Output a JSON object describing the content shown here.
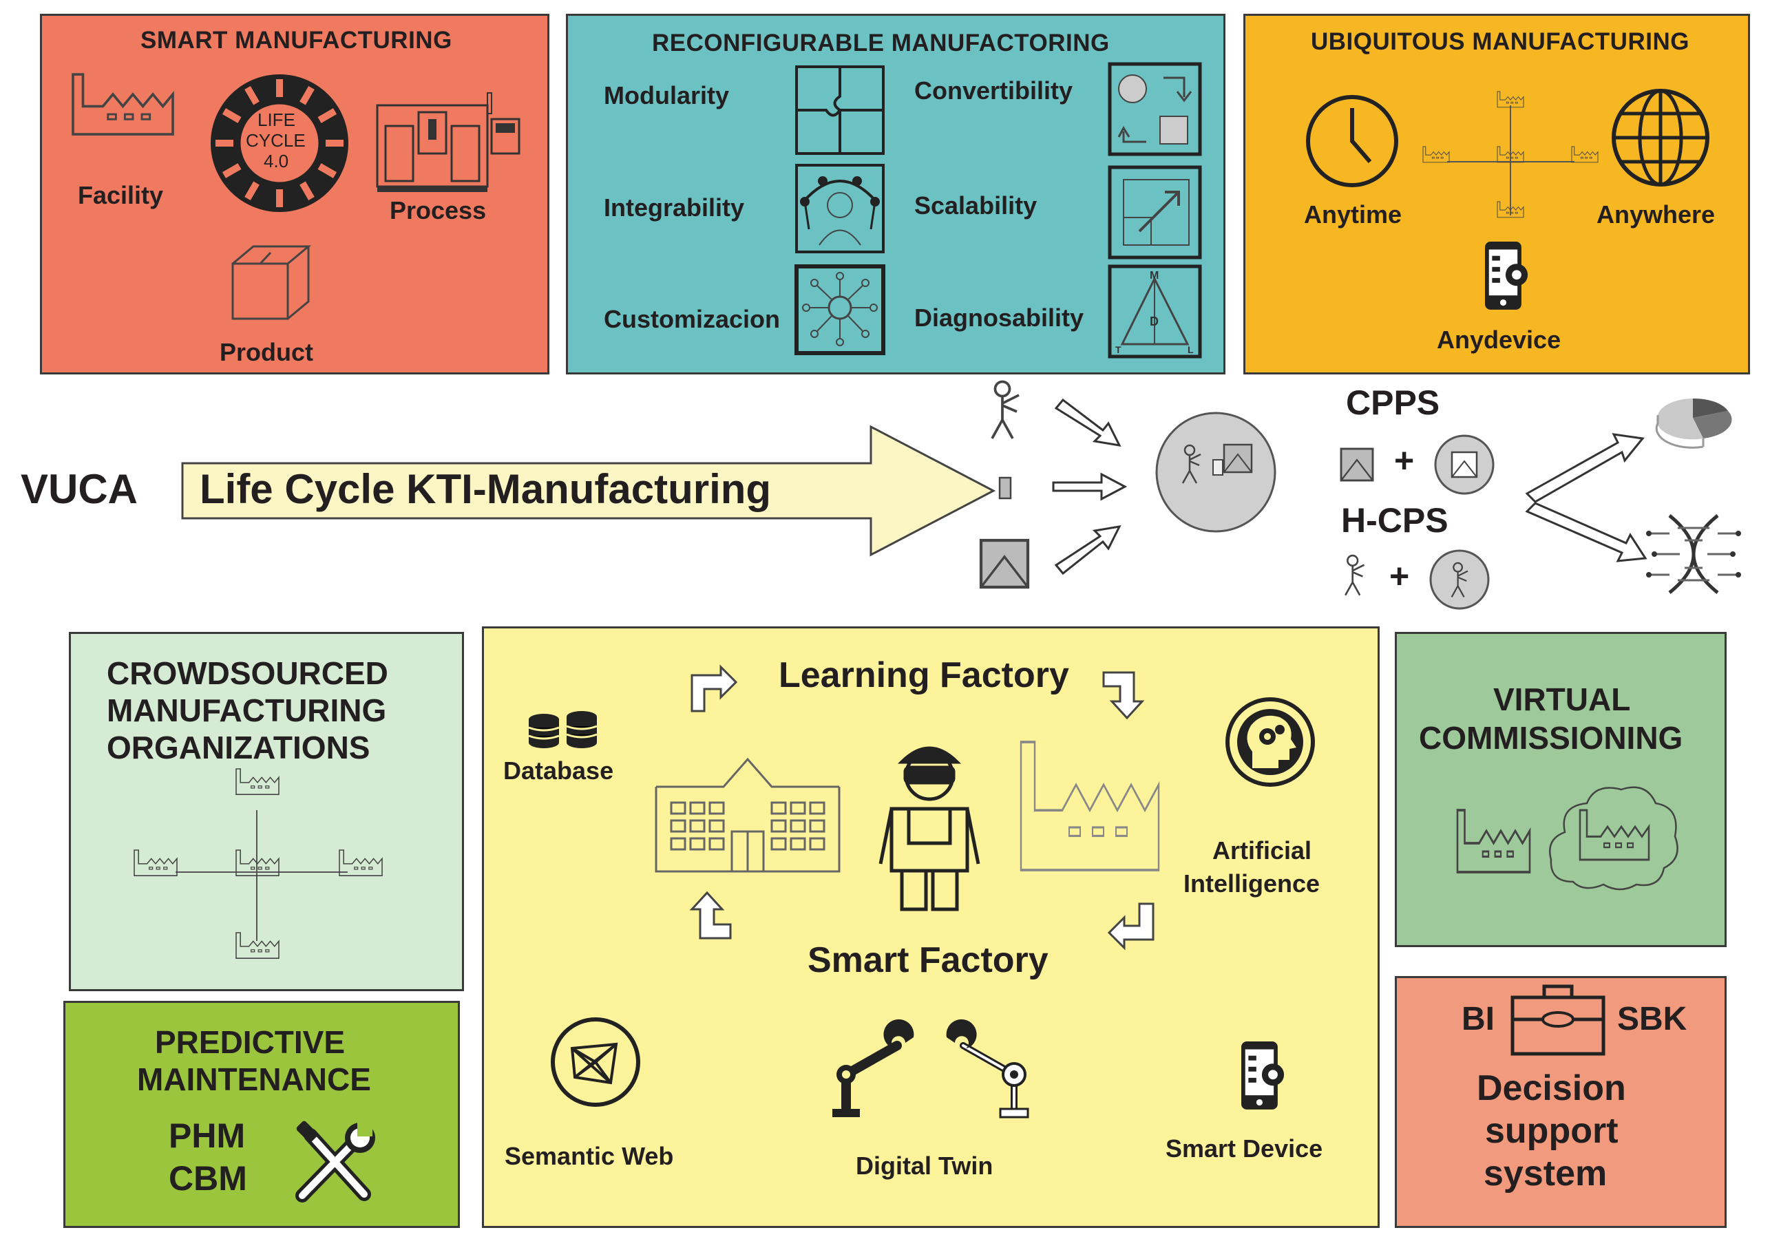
{
  "colors": {
    "smart": "#f07a60",
    "reconfig": "#6cc2c3",
    "ubiquitous": "#f7b722",
    "crowd": "#d5ebd3",
    "predictive": "#9bc53d",
    "learning": "#fdf39a",
    "virtual": "#9ec99a",
    "decision": "#f29a7e",
    "vuca_arrow": "#fbf6c4"
  },
  "smart": {
    "title": "SMART MANUFACTURING",
    "facility": "Facility",
    "process": "Process",
    "product": "Product",
    "gear_text": [
      "LIFE",
      "CYCLE",
      "4.0"
    ]
  },
  "reconfig": {
    "title": "RECONFIGURABLE MANUFACTORING",
    "modularity": "Modularity",
    "convertibility": "Convertibility",
    "integrability": "Integrability",
    "scalability": "Scalability",
    "customizacion": "Customizacion",
    "diagnosability": "Diagnosability"
  },
  "ubiquitous": {
    "title": "UBIQUITOUS MANUFACTURING",
    "anytime": "Anytime",
    "anywhere": "Anywhere",
    "anydevice": "Anydevice"
  },
  "vuca": {
    "label": "VUCA",
    "arrow_text": "Life Cycle KTI-Manufacturing"
  },
  "cps": {
    "cpps": "CPPS",
    "hcps": "H-CPS",
    "plus": "+"
  },
  "crowd": {
    "title": [
      "CROWDSOURCED",
      "MANUFACTURING",
      "ORGANIZATIONS"
    ]
  },
  "predictive": {
    "title": [
      "PREDICTIVE",
      "MAINTENANCE"
    ],
    "phm": "PHM",
    "cbm": "CBM"
  },
  "learning": {
    "learning_factory": "Learning Factory",
    "smart_factory": "Smart Factory",
    "database": "Database",
    "ai": [
      "Artificial",
      "Intelligence"
    ],
    "semantic_web": "Semantic Web",
    "digital_twin": "Digital Twin",
    "smart_device": "Smart Device"
  },
  "virtual": {
    "title": [
      "VIRTUAL",
      "COMMISSIONING"
    ]
  },
  "decision": {
    "bi": "BI",
    "sbk": "SBK",
    "title": [
      "Decision",
      "support",
      "system"
    ]
  }
}
